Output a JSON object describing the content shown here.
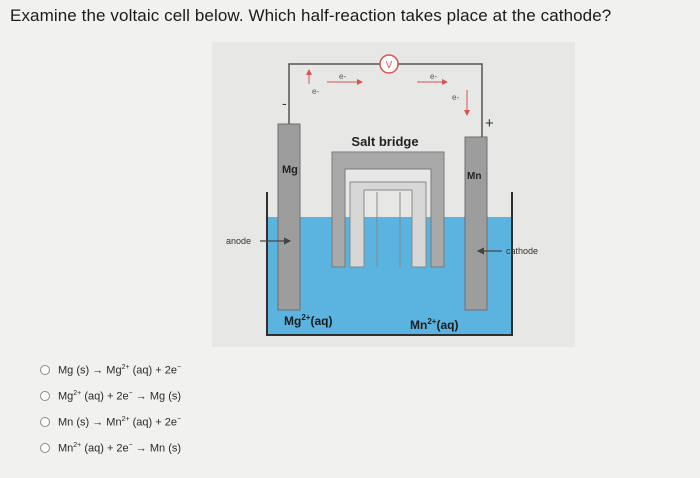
{
  "question": {
    "text": "Examine the voltaic cell below. Which half-reaction takes place at the cathode?"
  },
  "figure": {
    "voltmeter_label": "V",
    "electron_labels": [
      "e-",
      "e-",
      "e-",
      "e-"
    ],
    "minus_sign": "-",
    "plus_sign": "+",
    "salt_bridge_label": "Salt bridge",
    "left_electrode_label": "Mg",
    "right_electrode_label": "Mn",
    "anode_label": "anode",
    "cathode_label": "cathode",
    "left_solution": {
      "base": "Mg",
      "sup": "2+",
      "suffix": "(aq)"
    },
    "right_solution": {
      "base": "Mn",
      "sup": "2+",
      "suffix": "(aq)"
    },
    "colors": {
      "panel": "#e7e7e6",
      "solution": "#5bb3e0",
      "electrode": "#9d9d9d",
      "bridge": "#a9a9a9",
      "wire": "#555555",
      "arrow_red": "#d9534f"
    }
  },
  "options": [
    {
      "p1": "Mg (s) → Mg",
      "sup1": "2+",
      "p2": " (aq) + 2e",
      "sup2": "−",
      "p3": ""
    },
    {
      "p1": "Mg",
      "sup1": "2+",
      "p2": " (aq) + 2e",
      "sup2": "−",
      "p3": " → Mg (s)"
    },
    {
      "p1": "Mn (s) → Mn",
      "sup1": "2+",
      "p2": " (aq) + 2e",
      "sup2": "−",
      "p3": ""
    },
    {
      "p1": "Mn",
      "sup1": "2+",
      "p2": " (aq) + 2e",
      "sup2": "−",
      "p3": " → Mn (s)"
    }
  ]
}
